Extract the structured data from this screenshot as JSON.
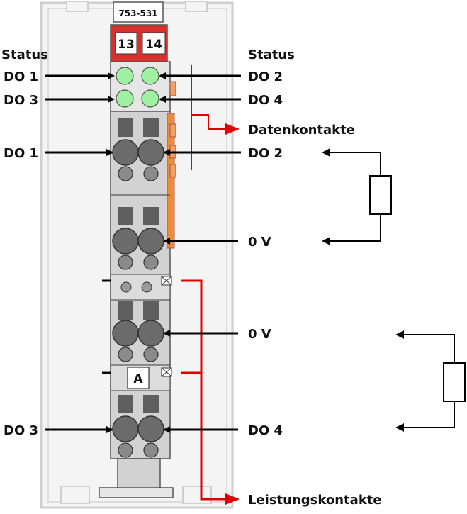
{
  "module": {
    "part_number": "753-531",
    "terminal_numbers": [
      "13",
      "14"
    ],
    "marker_letter": "A"
  },
  "labels": {
    "status_left": "Status",
    "status_right": "Status",
    "do1_led": "DO 1",
    "do3_led": "DO 3",
    "do2_led": "DO 2",
    "do4_led": "DO 4",
    "datenkontakte": "Datenkontakte",
    "do1_conn": "DO 1",
    "do2_conn": "DO 2",
    "ov_1": "0 V",
    "ov_2": "0 V",
    "do3_conn": "DO 3",
    "do4_conn": "DO 4",
    "leistungskontakte": "Leistungskontakte"
  },
  "colors": {
    "housing": "#d2d2d2",
    "rail": "#f2f2f2",
    "rail_edge": "#c8c8c8",
    "header_red": "#d9302c",
    "led_green": "#9ff0a0",
    "contact_dark": "#5e5e5e",
    "orange_strip": "#f08a35",
    "red_line": "#e00000",
    "black": "#000000"
  },
  "icons": [
    "arrow-right-icon",
    "arrow-left-icon",
    "resistor-icon"
  ]
}
